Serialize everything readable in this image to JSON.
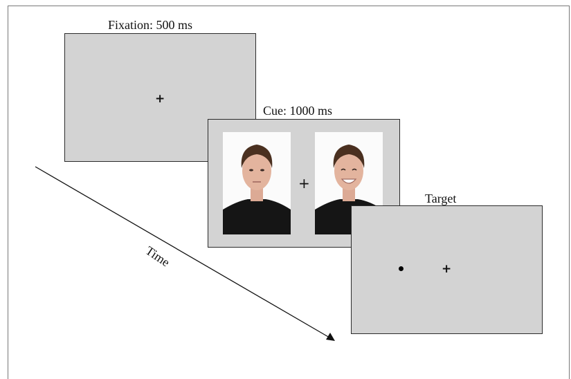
{
  "labels": {
    "fixation": "Fixation: 500 ms",
    "cue": "Cue: 1000 ms",
    "target": "Target",
    "time": "Time"
  },
  "symbols": {
    "fixation_cross": "+",
    "cue_cross": "+",
    "target_cross": "+"
  },
  "colors": {
    "screen_fill": "#d3d3d3",
    "screen_border": "#2a2a2a",
    "photo_bg": "#fbfbfb",
    "shirt": "#151515",
    "hair": "#4a3020",
    "skin": "#e3b49e"
  },
  "faces": [
    {
      "expression": "neutral"
    },
    {
      "expression": "happy"
    }
  ]
}
